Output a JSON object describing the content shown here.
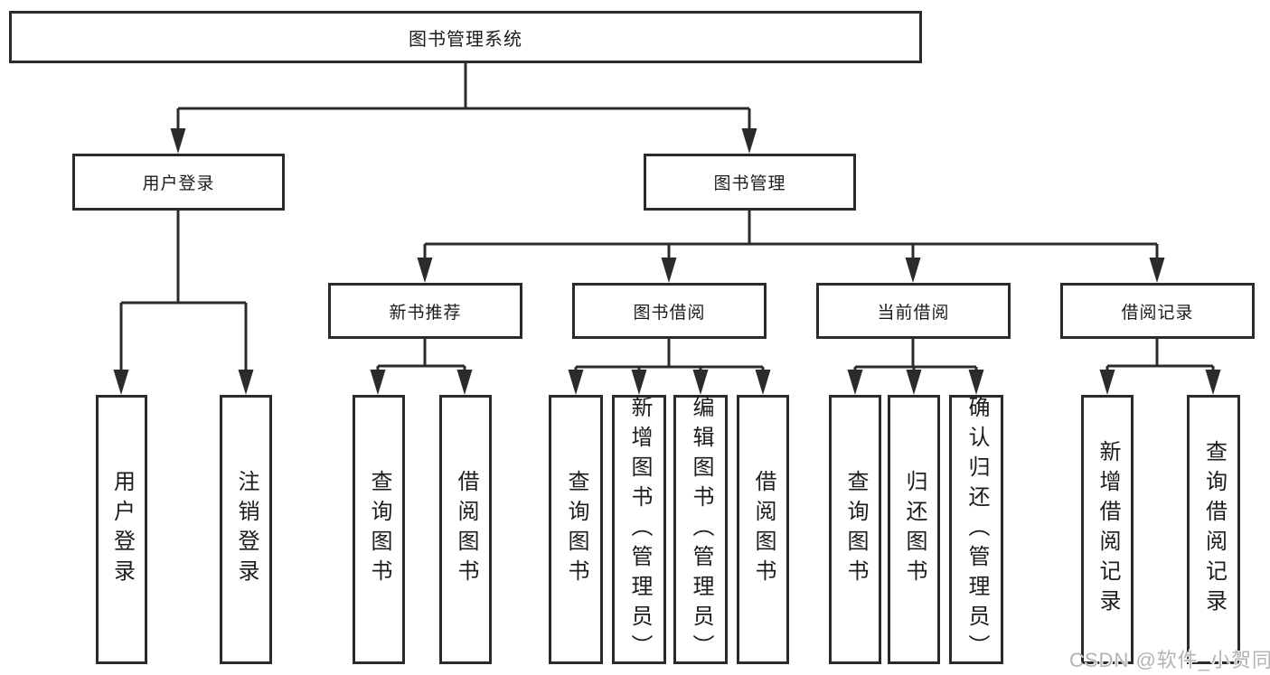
{
  "diagram": {
    "root": {
      "label": "图书管理系统"
    },
    "level2": [
      {
        "label": "用户登录"
      },
      {
        "label": "图书管理"
      }
    ],
    "level3": [
      {
        "label": "新书推荐"
      },
      {
        "label": "图书借阅"
      },
      {
        "label": "当前借阅"
      },
      {
        "label": "借阅记录"
      }
    ],
    "leaves": {
      "user_login": [
        {
          "label": "用户登录"
        },
        {
          "label": "注销登录"
        }
      ],
      "new_book_recommendation": [
        {
          "label": "查询图书"
        },
        {
          "label": "借阅图书"
        }
      ],
      "book_borrowing": [
        {
          "label": "查询图书"
        },
        {
          "label": "新增图书（管理员）"
        },
        {
          "label": "编辑图书（管理员）"
        },
        {
          "label": "借阅图书"
        }
      ],
      "current_borrowing": [
        {
          "label": "查询图书"
        },
        {
          "label": "归还图书"
        },
        {
          "label": "确认归还（管理员）"
        }
      ],
      "borrowing_records": [
        {
          "label": "新增借阅记录"
        },
        {
          "label": "查询借阅记录"
        }
      ]
    }
  },
  "watermark": {
    "text": "CSDN @软件_小贺同学",
    "color": "#b3b3b3"
  },
  "colors": {
    "line": "#2b2b2b",
    "border": "#2b2b2b",
    "text": "#1c1c1c",
    "background": "#ffffff"
  }
}
